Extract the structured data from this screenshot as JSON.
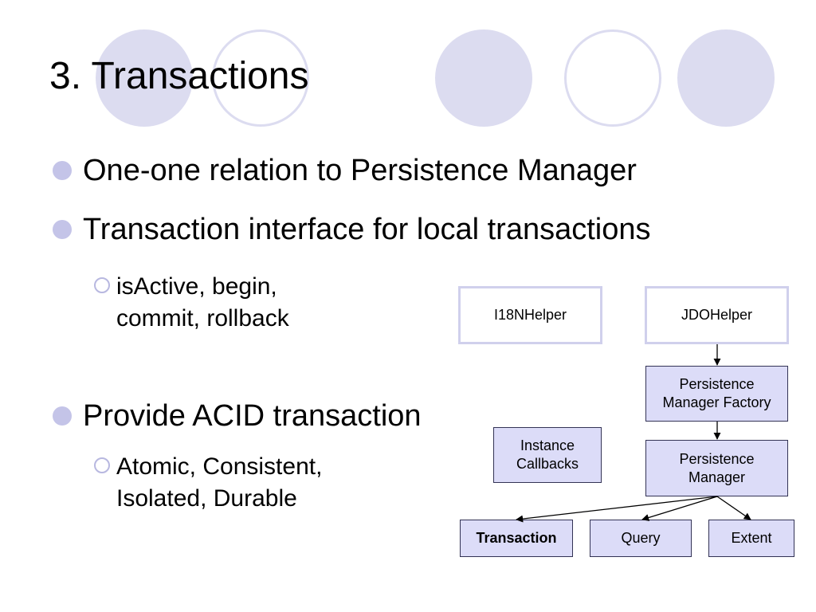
{
  "slide": {
    "title": "3. Transactions",
    "bullets": [
      {
        "text": "One-one relation to Persistence Manager"
      },
      {
        "text": "Transaction interface for local transactions",
        "sub": [
          "isActive, begin,",
          "commit, rollback"
        ]
      },
      {
        "text": "Provide ACID transaction",
        "sub": [
          "Atomic, Consistent,",
          "Isolated, Durable"
        ]
      }
    ]
  },
  "diagram": {
    "nodes": {
      "i18n": "I18NHelper",
      "jdo": "JDOHelper",
      "pmf": "Persistence Manager Factory",
      "callbacks": "Instance Callbacks",
      "pm": "Persistence Manager",
      "transaction": "Transaction",
      "query": "Query",
      "extent": "Extent"
    }
  },
  "colors": {
    "decoration": "#dcdcf0",
    "bullet": "#c4c4e8",
    "box_fill": "#dcdcf8"
  }
}
